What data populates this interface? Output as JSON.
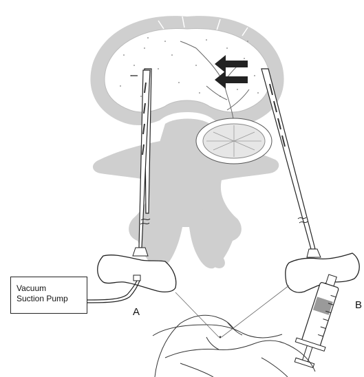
{
  "device_box": {
    "text": "Vacuum\nSuction Pump"
  },
  "labels": {
    "a": "A",
    "b": "B"
  },
  "colors": {
    "bone": "#cfcfcf",
    "bone_dark": "#bdbdbd",
    "outline": "#222222",
    "arrow": "#222222",
    "syringe_fluid": "#9a9a9a"
  }
}
